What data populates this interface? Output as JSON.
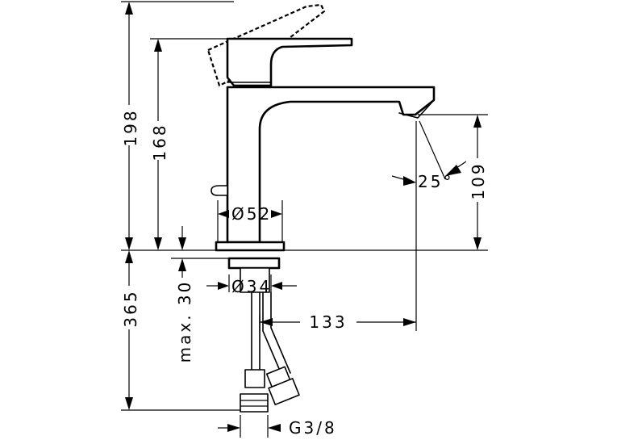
{
  "dimensions": {
    "height_total": "198",
    "height_spout": "168",
    "spout_clearance": "109",
    "spout_angle": "25°",
    "body_diameter": "Ø52",
    "shank_diameter": "Ø34",
    "spout_reach": "133",
    "below_counter": "365",
    "max_counter_thickness": "max. 30",
    "connection_thread": "G3/8"
  }
}
